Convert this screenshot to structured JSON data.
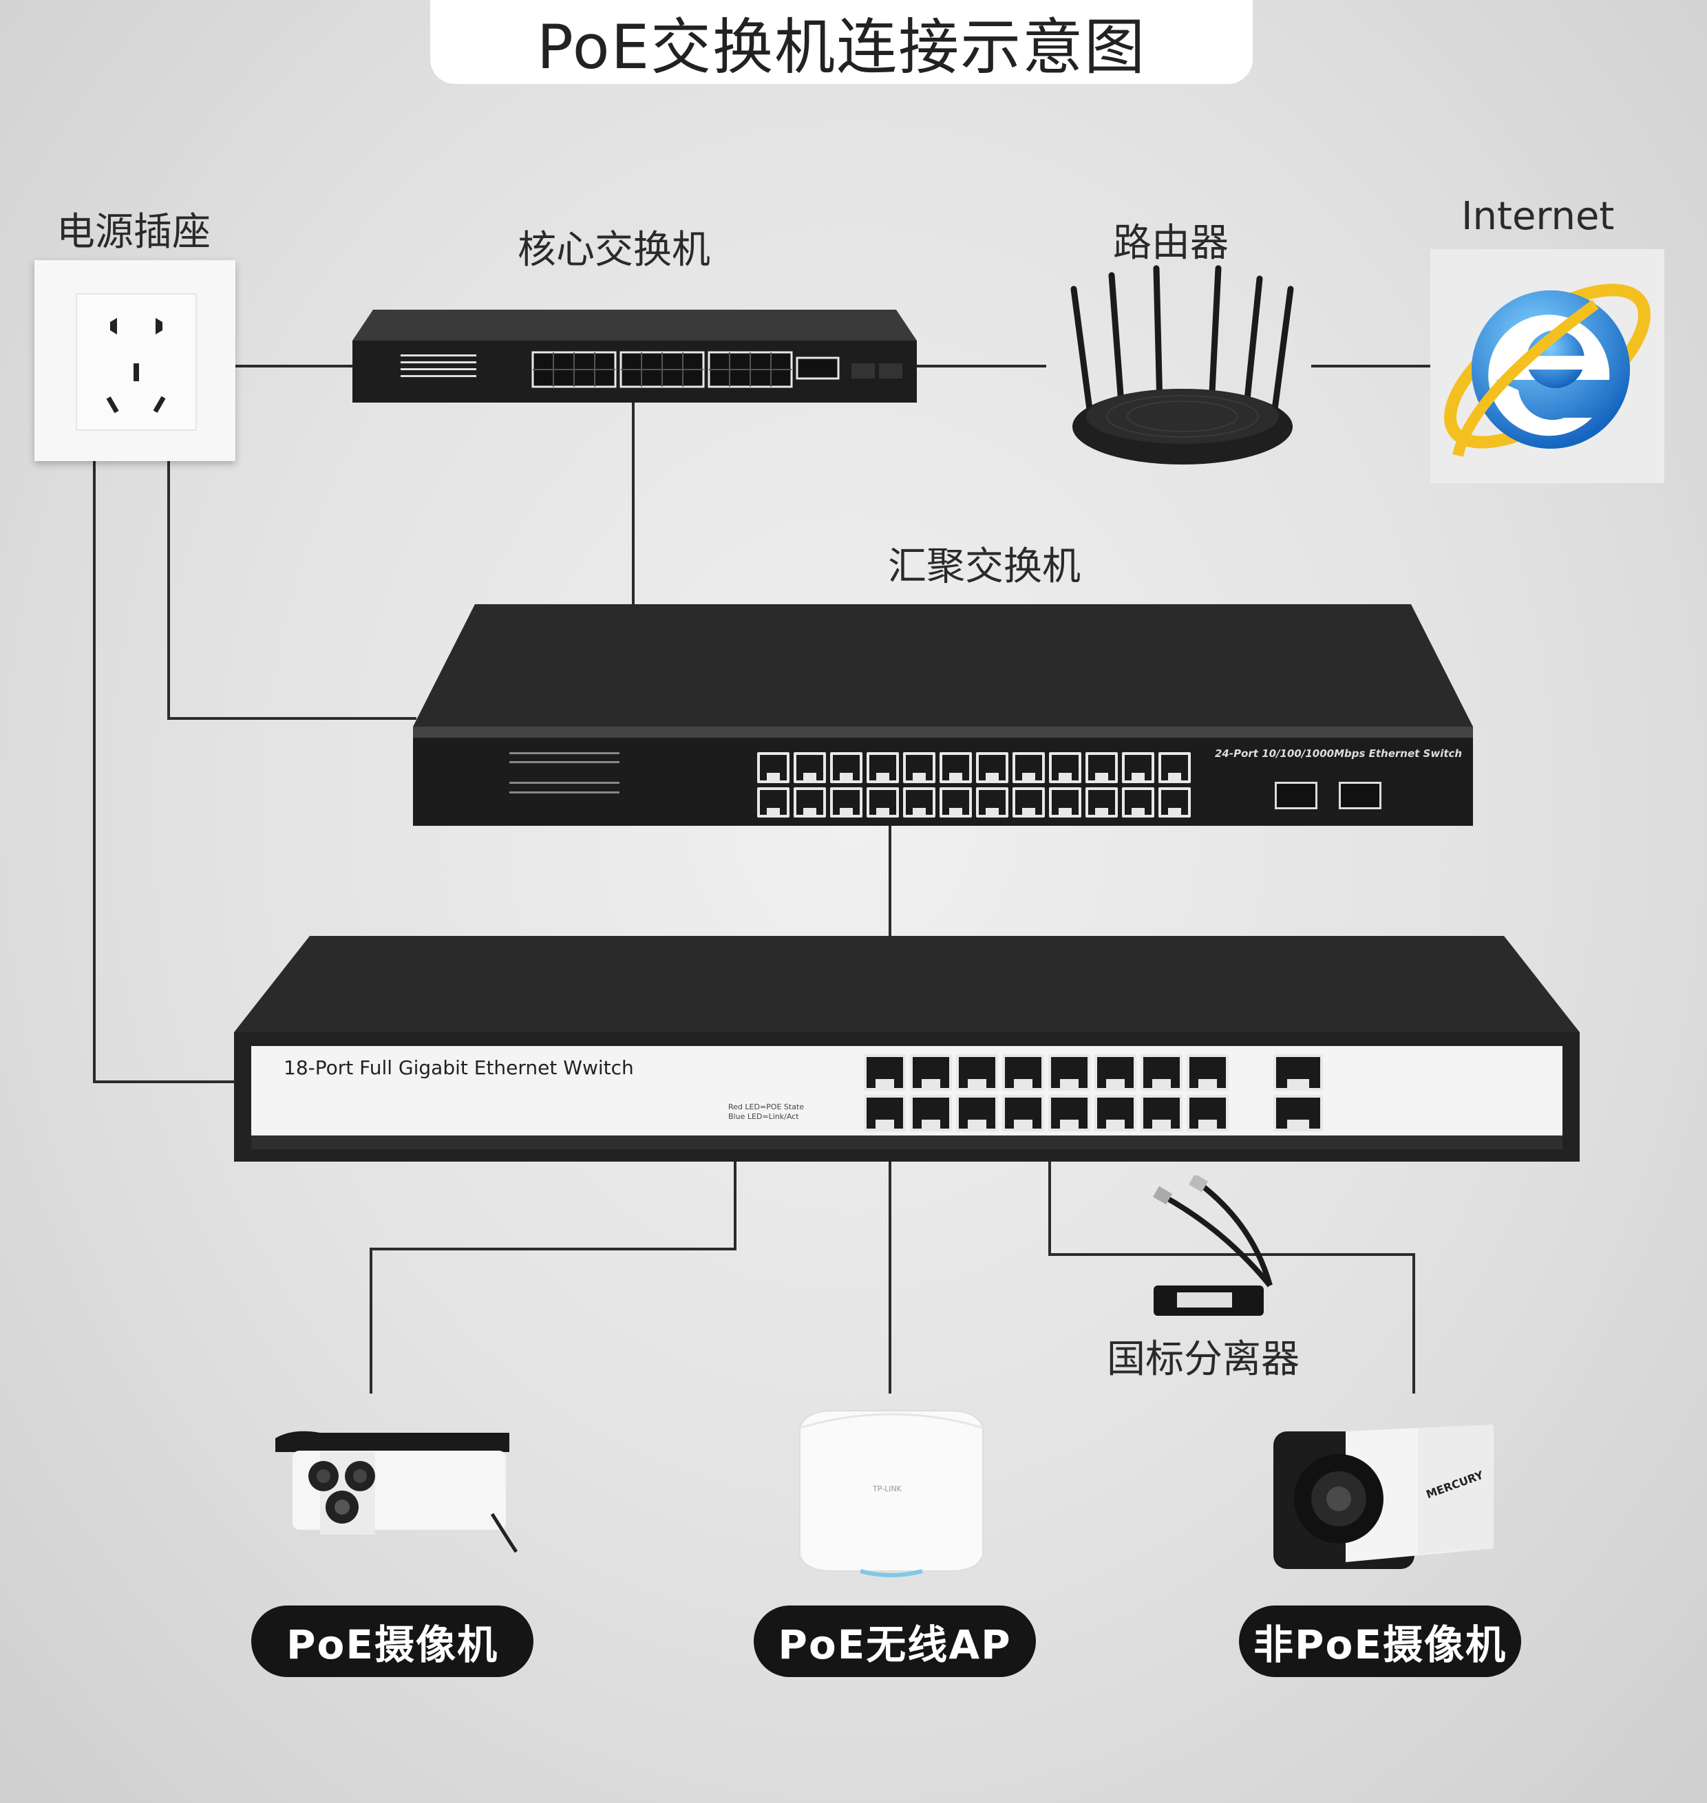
{
  "title": "PoE交换机连接示意图",
  "labels": {
    "power_outlet": "电源插座",
    "core_switch": "核心交换机",
    "router": "路由器",
    "internet": "Internet",
    "aggregation_switch": "汇聚交换机",
    "splitter": "国标分离器"
  },
  "device_texts": {
    "aggregation_model": "24-Port 10/100/1000Mbps Ethernet Switch",
    "poe_switch_model": "18-Port Full Gigabit Ethernet Wwitch",
    "poe_led_note_1": "Red LED=POE State",
    "poe_led_note_2": "Blue LED=Link/Act",
    "ap_brand": "TP-LINK",
    "camera_brand": "MERCURY"
  },
  "endpoints": [
    {
      "label": "PoE摄像机"
    },
    {
      "label": "PoE无线AP"
    },
    {
      "label": "非PoE摄像机"
    }
  ],
  "colors": {
    "wire": "#2b2b2b",
    "switch_body": "#1e1e1e",
    "pill_bg": "#151515",
    "ie_blue": "#1e88e5",
    "ie_gold": "#f4c020"
  },
  "icons": [
    "power-outlet-icon",
    "switch-icon",
    "router-icon",
    "internet-explorer-icon",
    "poe-splitter-icon",
    "camera-icon",
    "wireless-ap-icon"
  ]
}
